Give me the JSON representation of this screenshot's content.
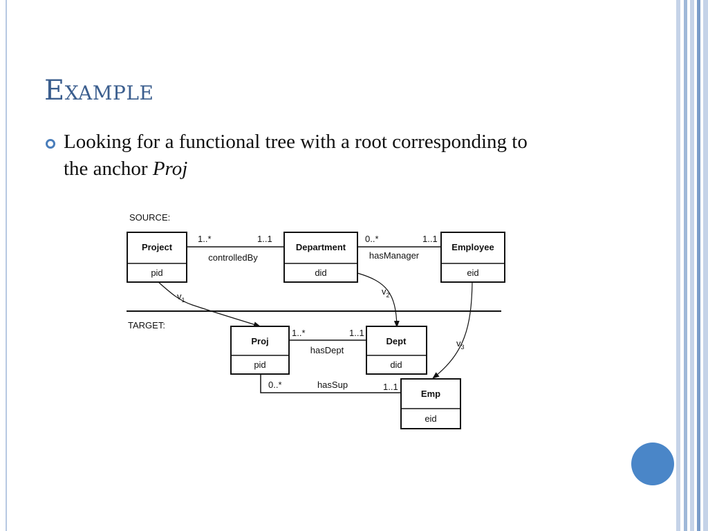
{
  "slide": {
    "title": "Example",
    "bullet": {
      "text": "Looking for a functional tree with a root corresponding to the anchor ",
      "emphasis": "Proj"
    }
  },
  "diagram": {
    "source_label": "SOURCE:",
    "target_label": "TARGET:",
    "source_entities": [
      {
        "name": "Project",
        "attr": "pid"
      },
      {
        "name": "Department",
        "attr": "did"
      },
      {
        "name": "Employee",
        "attr": "eid"
      }
    ],
    "target_entities": [
      {
        "name": "Proj",
        "attr": "pid"
      },
      {
        "name": "Dept",
        "attr": "did"
      },
      {
        "name": "Emp",
        "attr": "eid"
      }
    ],
    "relationships": [
      {
        "name": "controlledBy",
        "from_card": "1..*",
        "to_card": "1..1"
      },
      {
        "name": "hasManager",
        "from_card": "0..*",
        "to_card": "1..1"
      },
      {
        "name": "hasDept",
        "from_card": "1..*",
        "to_card": "1..1"
      },
      {
        "name": "hasSup",
        "from_card": "0..*",
        "to_card": "1..1"
      }
    ],
    "mappings": [
      {
        "letter": "v",
        "sub": "1"
      },
      {
        "letter": "v",
        "sub": "2"
      },
      {
        "letter": "v",
        "sub": "3"
      }
    ]
  },
  "theme": {
    "title_color": "#3b5e8e",
    "bullet_color": "#4a7ebb",
    "circle_color": "#4a86c8",
    "stripe_colors": [
      "#c5d3e8",
      "#9fb8d8",
      "#7a9cc9"
    ]
  }
}
